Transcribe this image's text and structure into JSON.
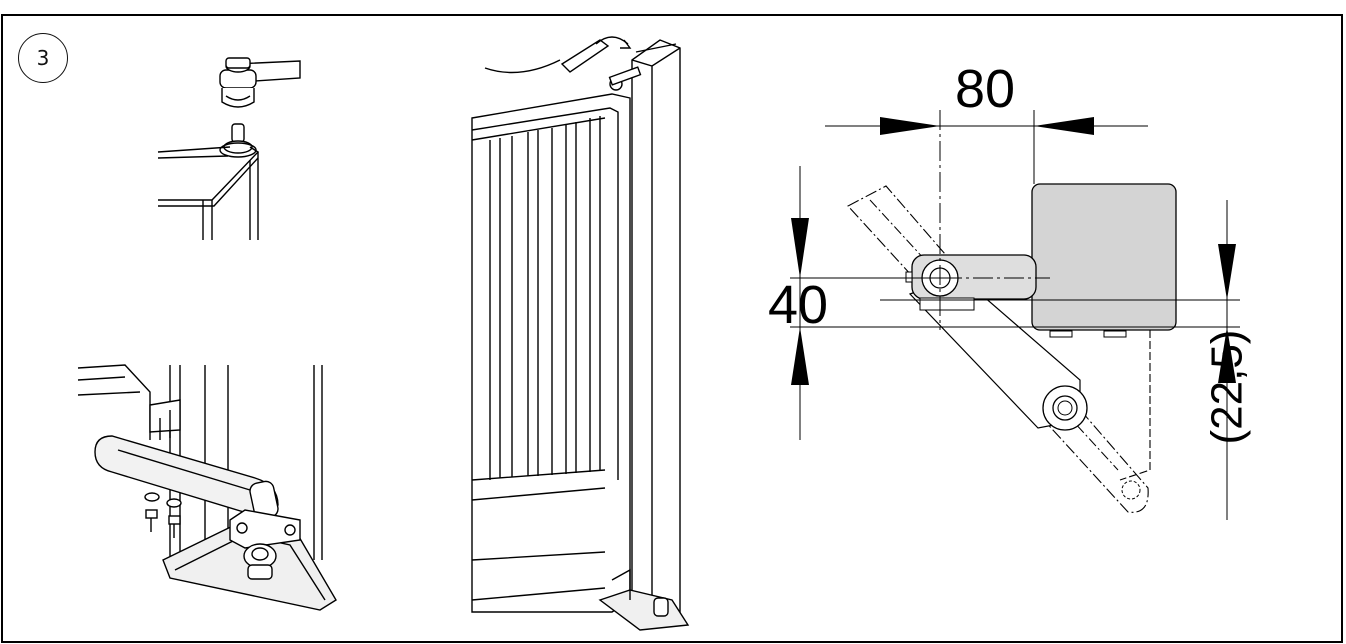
{
  "step": {
    "number": "3"
  },
  "dimensions": {
    "width": "80",
    "height": "40",
    "offset": "(22,5)"
  },
  "colors": {
    "line": "#000000",
    "motor_fill": "#d4d4d4",
    "arm_fill": "#dedede",
    "border": "#111111"
  },
  "icons": [
    "hinge-cap-icon",
    "gate-post-icon",
    "bracket-icon",
    "bolt-icon"
  ]
}
